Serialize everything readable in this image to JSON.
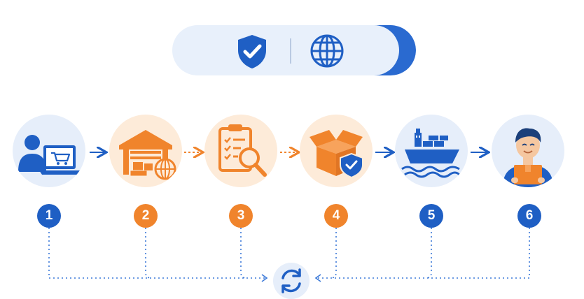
{
  "steps": [
    {
      "number": "1",
      "icon": "user-laptop-cart-icon",
      "tone": "blue"
    },
    {
      "number": "2",
      "icon": "warehouse-globe-icon",
      "tone": "orange"
    },
    {
      "number": "3",
      "icon": "clipboard-checklist-magnifier-icon",
      "tone": "orange"
    },
    {
      "number": "4",
      "icon": "open-box-shield-icon",
      "tone": "orange"
    },
    {
      "number": "5",
      "icon": "cargo-ship-icon",
      "tone": "blue"
    },
    {
      "number": "6",
      "icon": "customer-with-package-icon",
      "tone": "blue"
    }
  ],
  "header_icons": [
    "shield-check-icon",
    "globe-icon"
  ],
  "center_icon": "sync-arrows-icon",
  "colors": {
    "blue": "#1f5fc4",
    "orange": "#f0842c",
    "light_blue": "#e6eefa",
    "light_orange": "#fdebd9"
  }
}
